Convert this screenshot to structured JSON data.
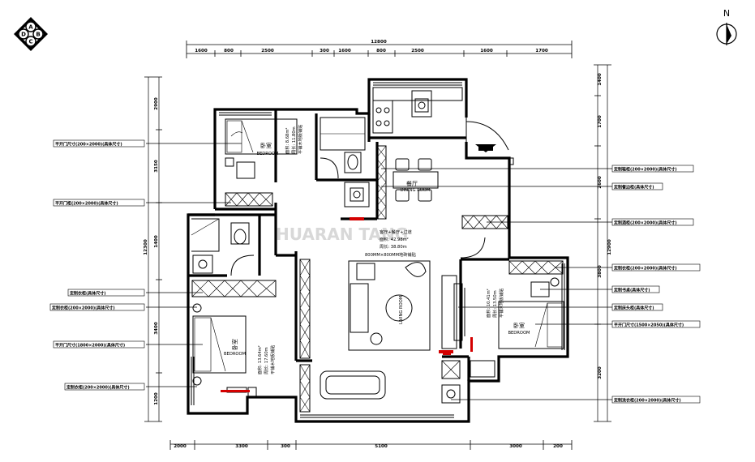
{
  "compass": {
    "north": "N"
  },
  "logo": {
    "letters": [
      "A",
      "B",
      "C",
      "D"
    ]
  },
  "watermark": "HUARAN TANG",
  "top_dims": {
    "total": "12800",
    "segments": [
      "1600",
      "800",
      "2500",
      "300",
      "1600",
      "800",
      "2500",
      "1600",
      "1700"
    ]
  },
  "bottom_dims": {
    "segments": [
      "2000",
      "3300",
      "300",
      "5100",
      "3000",
      "200"
    ]
  },
  "left_dims": {
    "total": "12300",
    "segments": [
      "2900",
      "3150",
      "1400",
      "3400",
      "1200"
    ]
  },
  "right_dims": {
    "total": "12900",
    "segments": [
      "1400",
      "1700",
      "2600",
      "3800",
      "3200"
    ]
  },
  "rooms": {
    "bedroom_top": {
      "cn": "卧室",
      "en": "BEDROOM",
      "area": "面积: 8.68m²",
      "perimeter": "周长: 11.80m",
      "floor": "平铺木地板铺贴"
    },
    "bedroom_left": {
      "cn": "卧室",
      "en": "BEDROOM",
      "area": "面积: 13.64m²",
      "perimeter": "周长: 17.60m",
      "floor": "平铺木地板铺贴"
    },
    "bedroom_right": {
      "cn": "卧室",
      "en": "BEDROOM",
      "area": "面积: 10.41m²",
      "perimeter": "周长: 13.50m",
      "floor": "平铺木地板铺贴"
    },
    "dining": {
      "cn": "餐厅",
      "en": "DINING ROOM"
    },
    "living": {
      "title": "客厅+餐厅+过道",
      "area": "面积: 42.98m²",
      "perimeter": "周长: 38.80m",
      "tile": "800MM×800MM地砖铺贴",
      "en": "LIVING ROOM"
    }
  },
  "notes": {
    "left": [
      "平开门尺寸(200×2000)(具体尺寸)",
      "平开门柜(200×2000)(具体尺寸)",
      "定制衣柜(具体尺寸)",
      "定制衣柜(200×2000)(具体尺寸)",
      "平开门尺寸(1800×2000)(具体尺寸)",
      "定制衣柜(200×2000)(具体尺寸)"
    ],
    "right": [
      "定制鞋柜(200×2000)(具体尺寸)",
      "定制餐边柜(具体尺寸)",
      "定制酒柜(200×2000)(具体尺寸)",
      "定制衣柜(200×2000)(具体尺寸)",
      "定制书桌(具体尺寸)",
      "定制床头柜(具体尺寸)",
      "平开门尺寸(1500×2050)(具体尺寸)",
      "定制洗衣柜(200×2000)(具体尺寸)"
    ]
  }
}
